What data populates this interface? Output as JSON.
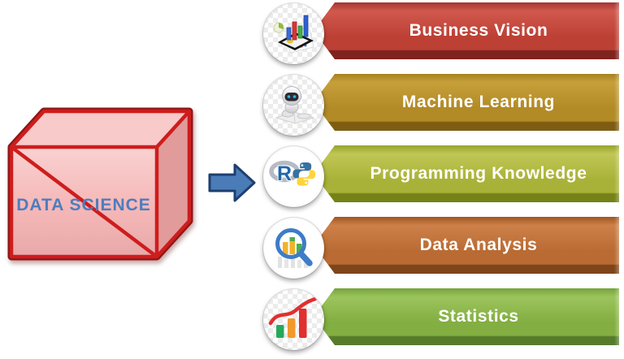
{
  "diagram": {
    "source_box": {
      "label": "DATA SCIENCE",
      "colors": {
        "fill": "#f5b3b3",
        "border": "#ce1d1d",
        "border_dark": "#8c1616",
        "text": "#4d7dbe"
      }
    },
    "arrow": {
      "direction": "right",
      "colors": {
        "fill": "#4a7cb8",
        "border": "#1e3f6f"
      }
    },
    "items": [
      {
        "label": "Business Vision",
        "icon": "chart-growth-tablet-icon",
        "colors": {
          "top": "#a23630",
          "light": "#d0584d",
          "mid": "#bd4035",
          "shadow": "#7e231e"
        }
      },
      {
        "label": "Machine Learning",
        "icon": "robot-icon",
        "colors": {
          "top": "#a6811e",
          "light": "#c79f3a",
          "mid": "#b28a26",
          "shadow": "#7e5d13"
        }
      },
      {
        "label": "Programming Knowledge",
        "icon": "r-python-icon",
        "colors": {
          "top": "#96a32a",
          "light": "#c0c655",
          "mid": "#a9b238",
          "shadow": "#768117"
        }
      },
      {
        "label": "Data Analysis",
        "icon": "magnifier-bar-chart-icon",
        "colors": {
          "top": "#a05520",
          "light": "#cd8049",
          "mid": "#b96b33",
          "shadow": "#7f451a"
        }
      },
      {
        "label": "Statistics",
        "icon": "trend-bar-chart-icon",
        "colors": {
          "top": "#74a238",
          "light": "#9cc45d",
          "mid": "#83ae41",
          "shadow": "#567b2a"
        }
      }
    ]
  }
}
